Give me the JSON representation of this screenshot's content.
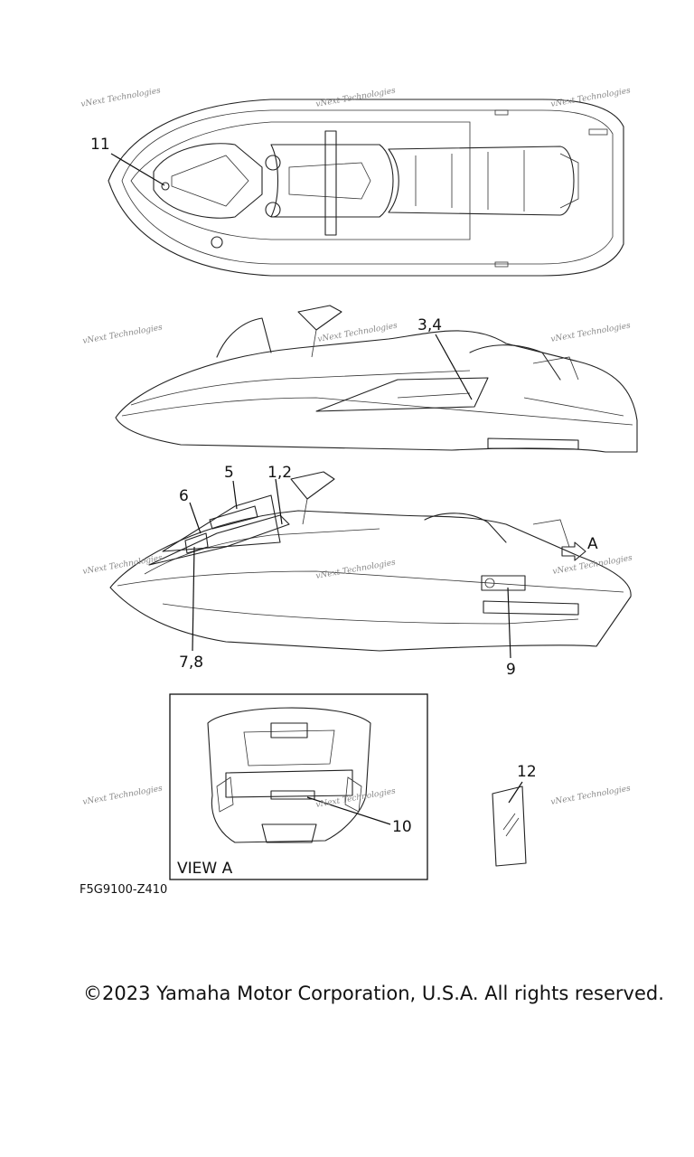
{
  "diagram": {
    "callouts": [
      "11",
      "3,4",
      "5",
      "1,2",
      "6",
      "A",
      "7,8",
      "9",
      "12",
      "10"
    ],
    "view_label": "VIEW A",
    "diagram_code": "F5G9100-Z410",
    "watermark": "vNext Technologies"
  },
  "footer": {
    "copyright": "©2023 Yamaha Motor Corporation, U.S.A. All rights reserved."
  }
}
